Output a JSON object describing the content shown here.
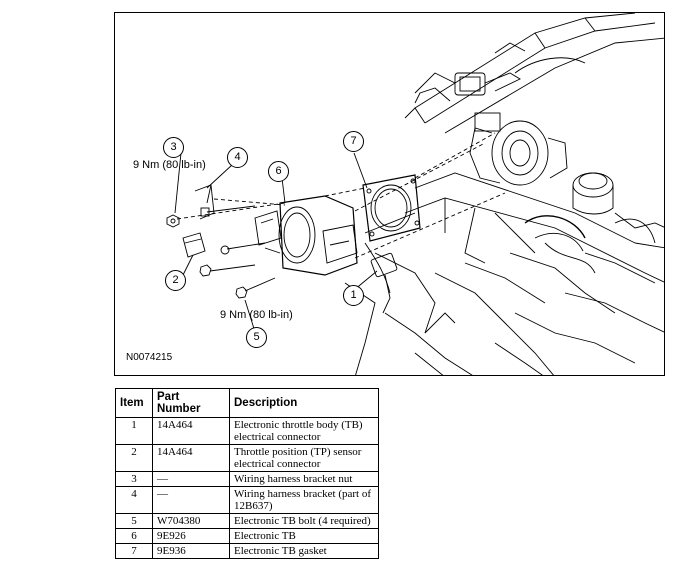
{
  "figure": {
    "figure_id": "N0074215",
    "torque_top": "9 Nm (80 lb-in)",
    "torque_bottom": "9 Nm (80 lb-in)",
    "callouts": [
      "1",
      "2",
      "3",
      "4",
      "5",
      "6",
      "7"
    ]
  },
  "table": {
    "headers": [
      "Item",
      "Part Number",
      "Description"
    ],
    "rows": [
      {
        "item": "1",
        "part": "14A464",
        "desc": "Electronic throttle body (TB) electrical connector"
      },
      {
        "item": "2",
        "part": "14A464",
        "desc": "Throttle position (TP) sensor electrical connector"
      },
      {
        "item": "3",
        "part": "—",
        "desc": "Wiring harness bracket nut"
      },
      {
        "item": "4",
        "part": "—",
        "desc": "Wiring harness bracket (part of 12B637)"
      },
      {
        "item": "5",
        "part": "W704380",
        "desc": "Electronic TB bolt (4 required)"
      },
      {
        "item": "6",
        "part": "9E926",
        "desc": "Electronic TB"
      },
      {
        "item": "7",
        "part": "9E936",
        "desc": "Electronic TB gasket"
      }
    ]
  }
}
